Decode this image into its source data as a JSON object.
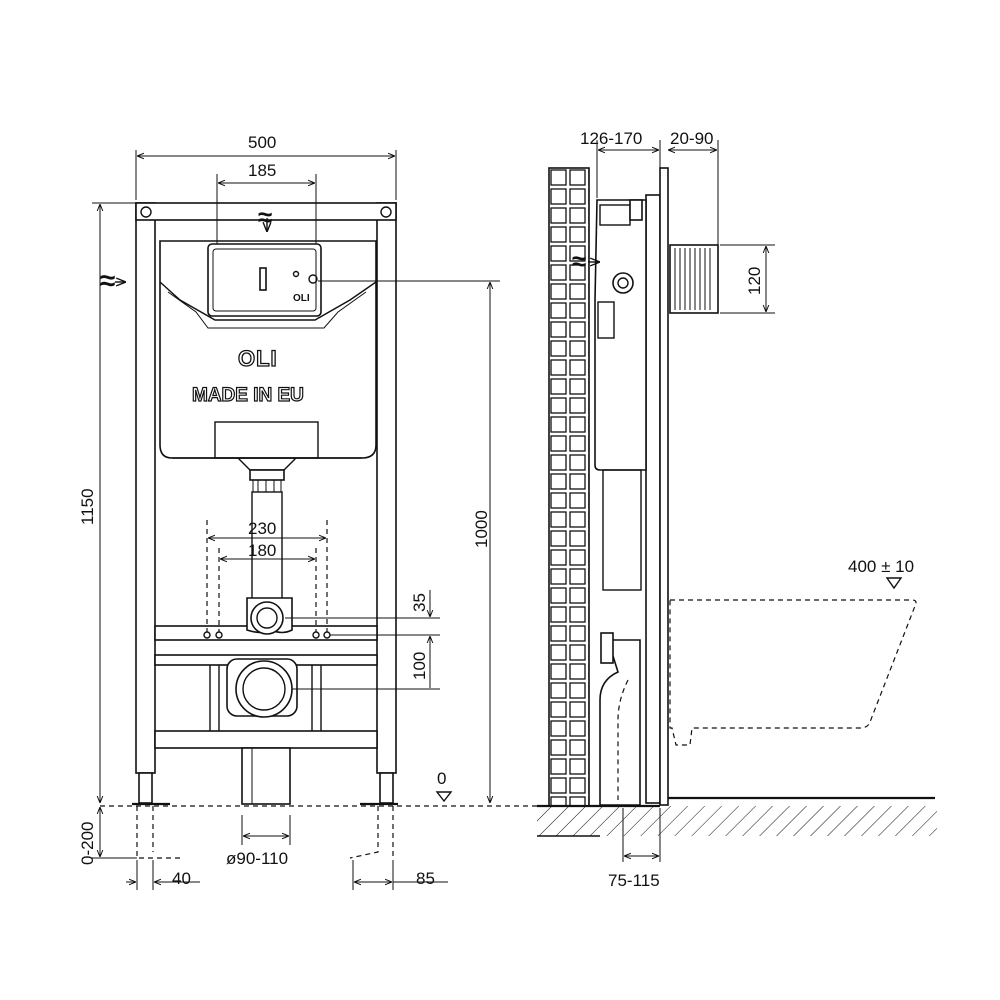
{
  "front_view": {
    "brand": "OLI",
    "made_in": "MADE IN EU",
    "plate_logo": "OLI",
    "dim_width": "500",
    "dim_plate": "185",
    "dim_height": "1150",
    "dim_outlet_height": "1000",
    "dim_stud_outer": "230",
    "dim_stud_inner": "180",
    "dim_35": "35",
    "dim_100": "100",
    "dim_level": "0",
    "dim_foot_adjust": "0-200",
    "dim_foot_40": "40",
    "dim_foot_85": "85",
    "dim_drain": "ø90-110",
    "water_symbol": "≈"
  },
  "side_view": {
    "dim_depth": "126-170",
    "dim_wall": "20-90",
    "dim_120": "120",
    "dim_bowl": "400 ± 10",
    "dim_75_115": "75-115",
    "water_symbol": "≈"
  },
  "colors": {
    "line": "#111111",
    "background": "#ffffff"
  }
}
